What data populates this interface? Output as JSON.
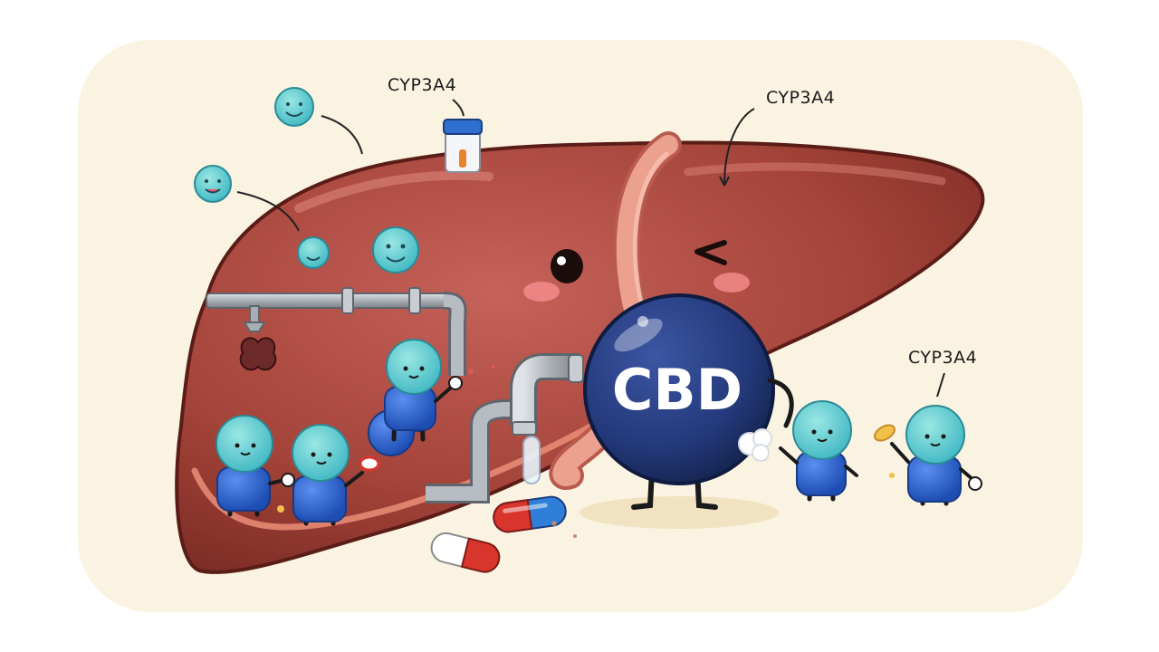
{
  "labels": {
    "enzyme_label_1": "CYP3A4",
    "enzyme_label_2": "CYP3A4",
    "enzyme_label_3": "CYP3A4",
    "cbd_text": "CBD"
  },
  "colors": {
    "background_panel": "#fbf3e1",
    "liver": "#a5443a",
    "liver_dark": "#6e2620",
    "gallbladder_tube": "#e79a86",
    "cbd_ball": "#23397a",
    "enzyme_head": "#55cbd0",
    "enzyme_body": "#2f5cb8",
    "pipe": "#a9aeb4",
    "capsule_red": "#d8352d",
    "capsule_blue": "#2f7fd9"
  },
  "icons": [
    "enzyme-character-icon",
    "molecule-bubble-icon",
    "cbd-ball-icon",
    "capsule-icon",
    "pill-bottle-icon",
    "pipe-icon",
    "faucet-icon"
  ]
}
